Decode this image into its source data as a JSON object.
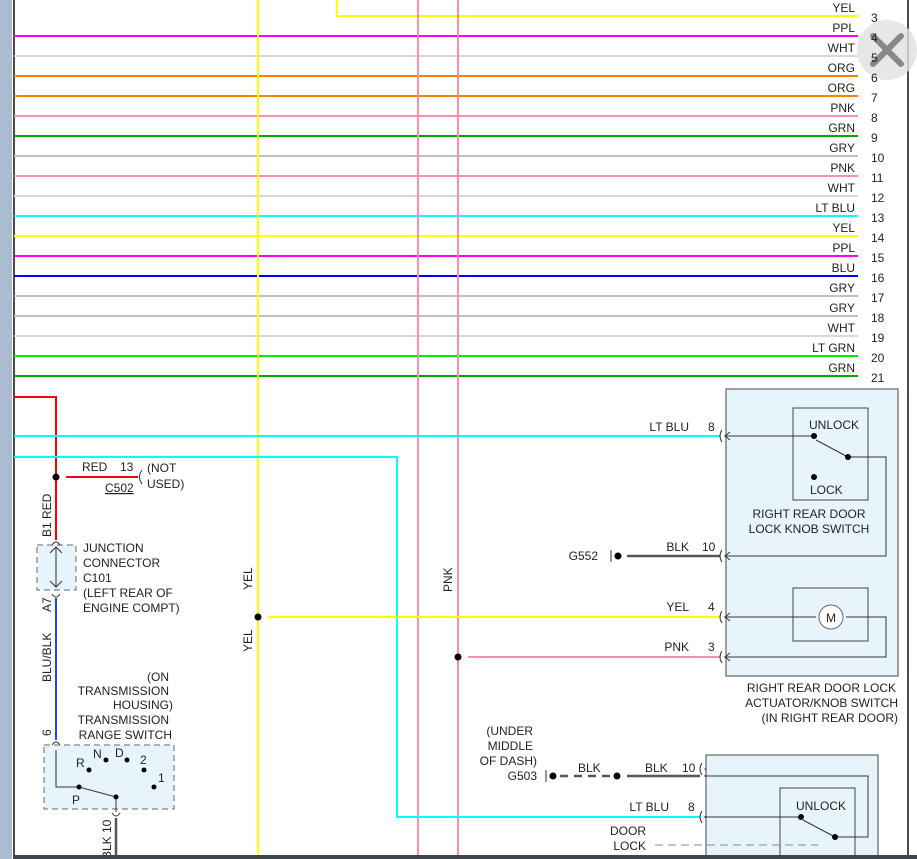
{
  "colors": {
    "yel": "#ffff00",
    "ppl": "#ff00ff",
    "wht": "#d8d8d8",
    "org": "#ff8000",
    "pnk": "#ff8fa8",
    "grn": "#00aa00",
    "gry": "#c0c0c0",
    "ltblu": "#00ffff",
    "blu": "#0000ff",
    "ltgrn": "#00ee00",
    "red": "#ff0000",
    "blublk": "#2040ff",
    "blk": "#555555",
    "box": "#e8f4fc"
  },
  "bus_wires": [
    {
      "label": "YEL",
      "num": "3",
      "color": "#ffff00"
    },
    {
      "label": "PPL",
      "num": "4",
      "color": "#ff00ff"
    },
    {
      "label": "WHT",
      "num": "5",
      "color": "#d8d8d8"
    },
    {
      "label": "ORG",
      "num": "6",
      "color": "#ff8000"
    },
    {
      "label": "ORG",
      "num": "7",
      "color": "#ff8000"
    },
    {
      "label": "PNK",
      "num": "8",
      "color": "#ff8fa8"
    },
    {
      "label": "GRN",
      "num": "9",
      "color": "#00aa00"
    },
    {
      "label": "GRY",
      "num": "10",
      "color": "#c0c0c0"
    },
    {
      "label": "PNK",
      "num": "11",
      "color": "#ff8fa8"
    },
    {
      "label": "WHT",
      "num": "12",
      "color": "#d8d8d8"
    },
    {
      "label": "LT BLU",
      "num": "13",
      "color": "#00ffff"
    },
    {
      "label": "YEL",
      "num": "14",
      "color": "#ffff00"
    },
    {
      "label": "PPL",
      "num": "15",
      "color": "#ff00ff"
    },
    {
      "label": "BLU",
      "num": "16",
      "color": "#0000ff"
    },
    {
      "label": "GRY",
      "num": "17",
      "color": "#c0c0c0"
    },
    {
      "label": "GRY",
      "num": "18",
      "color": "#c0c0c0"
    },
    {
      "label": "WHT",
      "num": "19",
      "color": "#d8d8d8"
    },
    {
      "label": "LT GRN",
      "num": "20",
      "color": "#00ee00"
    },
    {
      "label": "GRN",
      "num": "21",
      "color": "#00aa00"
    }
  ],
  "labels": {
    "red": "RED",
    "red_pin": "13",
    "not_used_1": "(NOT",
    "not_used_2": "USED)",
    "c502": "C502",
    "b1_red": "B1  RED",
    "a7": "A7",
    "blublk": "BLU/BLK",
    "pin6": "6",
    "pin10": "10",
    "blk_v": "BLK",
    "jc1": "JUNCTION",
    "jc2": "CONNECTOR",
    "jc3": "C101",
    "jc4": "(LEFT REAR OF",
    "jc5": "ENGINE COMPT)",
    "trs1": "(ON",
    "trs2": "TRANSMISSION",
    "trs3": "HOUSING)",
    "trs4": "TRANSMISSION",
    "trs5": "RANGE SWITCH",
    "pos_r": "R",
    "pos_n": "N",
    "pos_d": "D",
    "pos_2": "2",
    "pos_1": "1",
    "pos_p": "P",
    "yel_v1": "YEL",
    "yel_v2": "YEL",
    "pnk_v": "PNK",
    "ltblu": "LT BLU",
    "pin8": "8",
    "blk": "BLK",
    "g552": "G552",
    "yel": "YEL",
    "pin4": "4",
    "pnk": "PNK",
    "pin3": "3",
    "unlock": "UNLOCK",
    "lock": "LOCK",
    "rrks1": "RIGHT REAR DOOR",
    "rrks2": "LOCK KNOB SWITCH",
    "motor": "M",
    "rra1": "RIGHT REAR DOOR LOCK",
    "rra2": "ACTUATOR/KNOB SWITCH",
    "rra3": "(IN RIGHT REAR DOOR)",
    "g503_1": "(UNDER",
    "g503_2": "MIDDLE",
    "g503_3": "OF DASH)",
    "g503": "G503",
    "blk2": "BLK",
    "blk3": "BLK",
    "pin10b": "10",
    "ltblu2": "LT BLU",
    "pin8b": "8",
    "unlock2": "UNLOCK",
    "door1": "DOOR",
    "door2": "LOCK"
  },
  "close_button": {
    "icon": "close-icon"
  }
}
